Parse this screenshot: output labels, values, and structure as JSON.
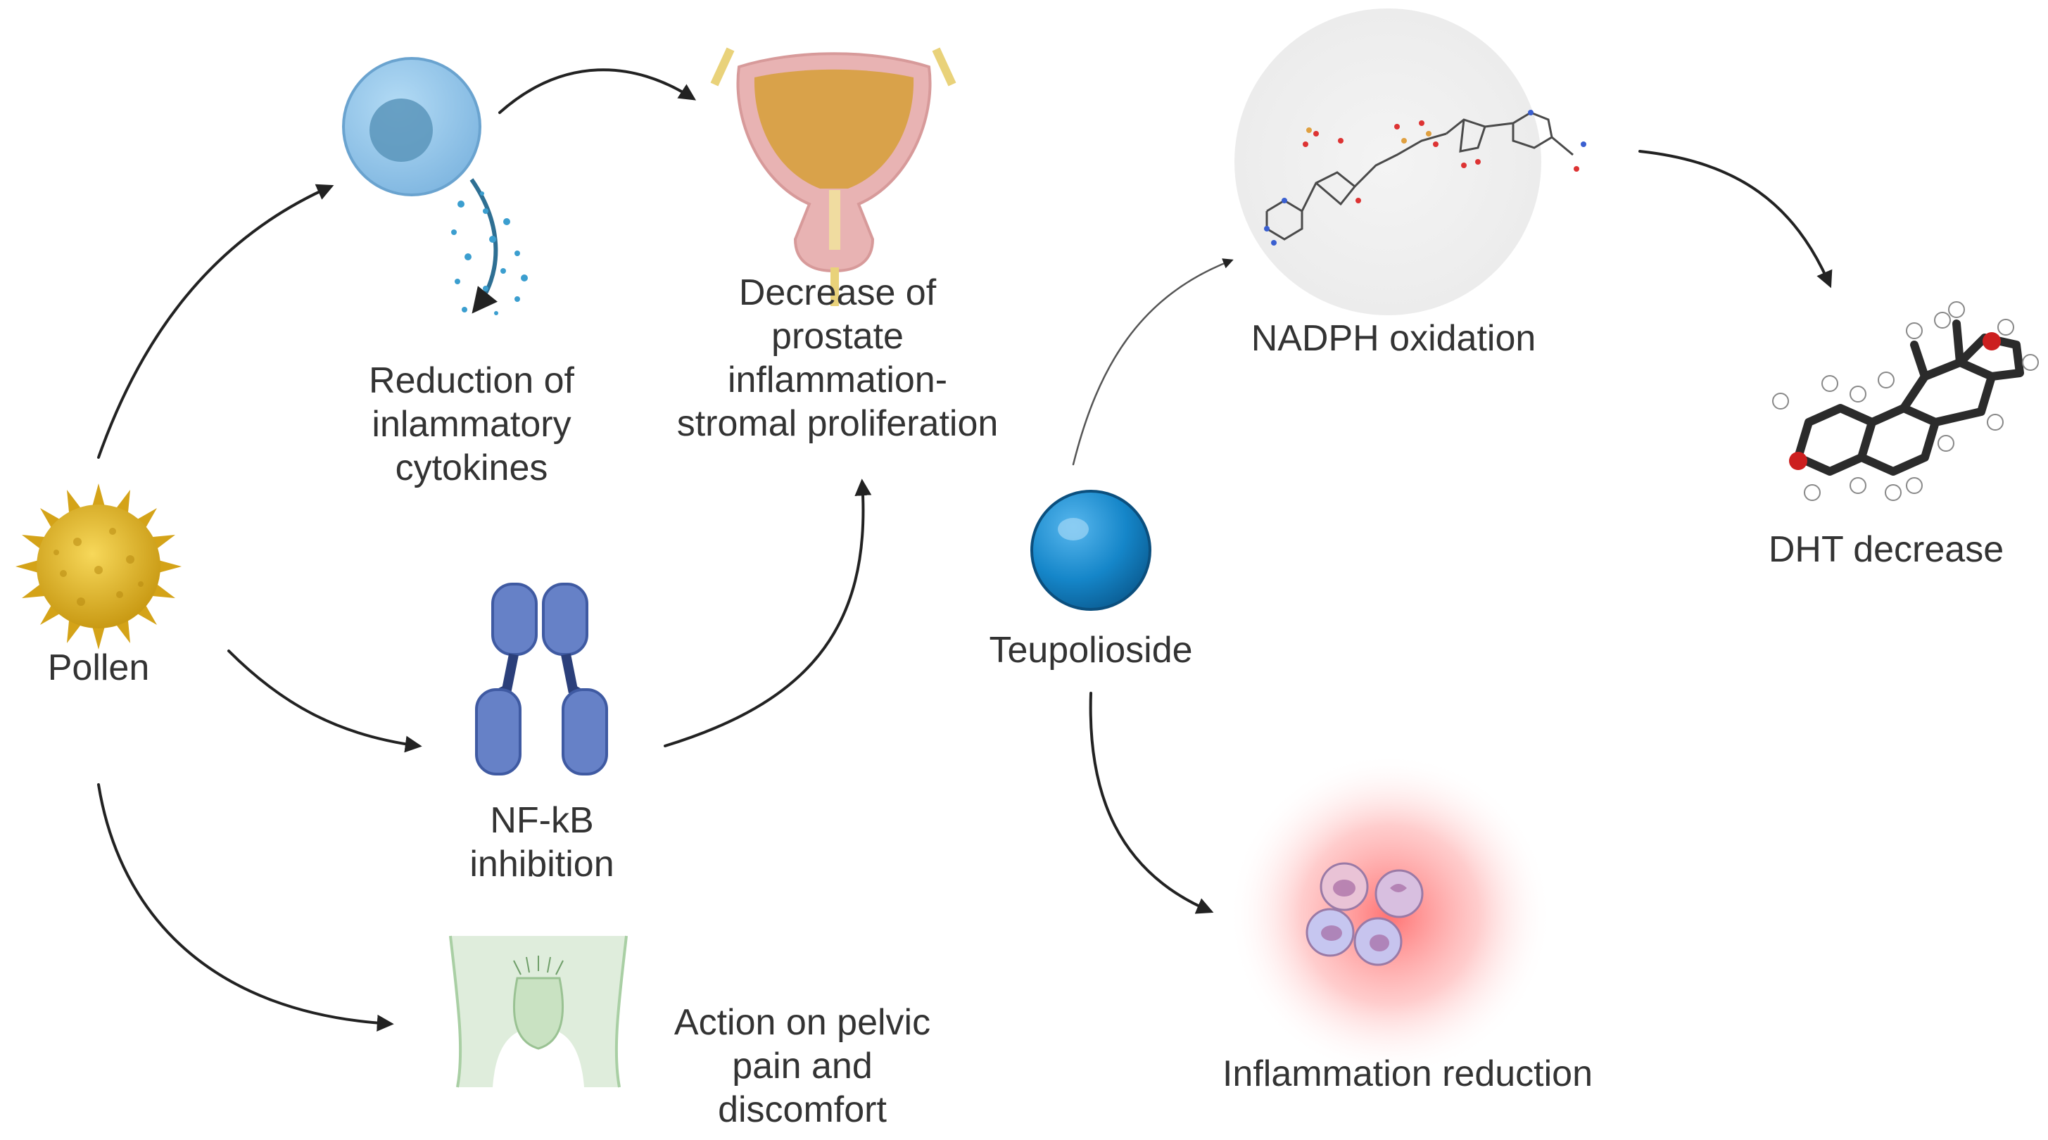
{
  "colors": {
    "text": "#333333",
    "arrow": "#222222",
    "pollen": "#e8b923",
    "cell": "#8ec5ec",
    "nucleus": "#5a95bb",
    "bladder": "#d49a3a",
    "antibody": "#6681c7",
    "teupolioside": "#1586c9",
    "inflammation": "#ff6b6b",
    "pelvis": "#cfe6cf"
  },
  "nodes": {
    "pollen": {
      "label": "Pollen",
      "icon": "pollen-grain-icon"
    },
    "cytokines": {
      "lines": [
        "Reduction of",
        "inlammatory",
        "cytokines"
      ],
      "icon": "immune-cell-icon"
    },
    "prostate": {
      "lines": [
        "Decrease of",
        "prostate",
        "inflammation-",
        "stromal proliferation"
      ],
      "icon": "bladder-prostate-icon"
    },
    "nfkb": {
      "lines": [
        "NF-kB",
        "inhibition"
      ],
      "icon": "antibody-icon"
    },
    "pelvic": {
      "lines": [
        "Action on pelvic",
        "pain and",
        "discomfort"
      ],
      "icon": "pelvis-icon"
    },
    "teupolioside": {
      "label": "Teupolioside",
      "icon": "sphere-molecule-icon"
    },
    "nadph": {
      "label": "NADPH oxidation",
      "icon": "nadph-structure-icon"
    },
    "dht": {
      "label": "DHT decrease",
      "icon": "steroid-molecule-icon"
    },
    "inflammation": {
      "label": "Inflammation reduction",
      "icon": "inflamed-cells-icon"
    }
  },
  "edges": [
    {
      "from": "pollen",
      "to": "cytokines"
    },
    {
      "from": "pollen",
      "to": "nfkb"
    },
    {
      "from": "pollen",
      "to": "pelvic"
    },
    {
      "from": "cytokines",
      "to": "prostate"
    },
    {
      "from": "nfkb",
      "to": "prostate"
    },
    {
      "from": "teupolioside",
      "to": "nadph"
    },
    {
      "from": "nadph",
      "to": "dht"
    },
    {
      "from": "teupolioside",
      "to": "inflammation"
    }
  ]
}
